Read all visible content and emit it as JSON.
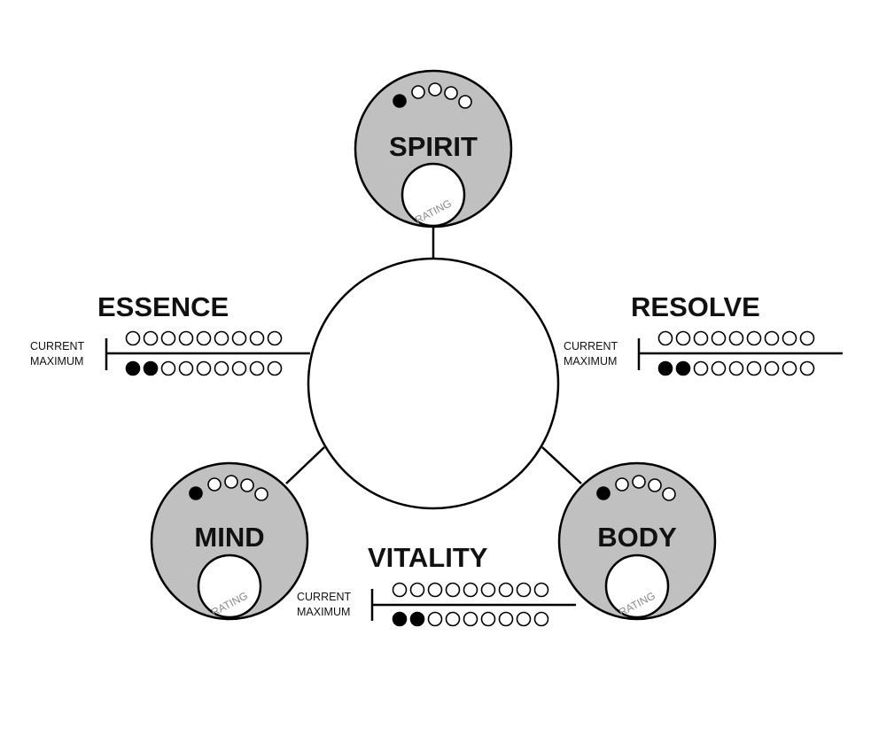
{
  "colors": {
    "node_fill": "#c0c0c0",
    "stroke": "#000000",
    "background": "#ffffff",
    "rating_text": "#8a8a8a"
  },
  "center": {
    "name": "",
    "value": ""
  },
  "rating_label": "RATING",
  "attributes": [
    {
      "key": "spirit",
      "name": "SPIRIT",
      "dots_total": 5,
      "dots_filled": 1
    },
    {
      "key": "mind",
      "name": "MIND",
      "dots_total": 5,
      "dots_filled": 1
    },
    {
      "key": "body",
      "name": "BODY",
      "dots_total": 5,
      "dots_filled": 1
    }
  ],
  "pools": [
    {
      "key": "essence",
      "name": "ESSENCE",
      "current_label": "CURRENT",
      "maximum_label": "MAXIMUM",
      "current_total": 9,
      "current_filled": 0,
      "maximum_total": 9,
      "maximum_filled": 2
    },
    {
      "key": "resolve",
      "name": "RESOLVE",
      "current_label": "CURRENT",
      "maximum_label": "MAXIMUM",
      "current_total": 9,
      "current_filled": 0,
      "maximum_total": 9,
      "maximum_filled": 2
    },
    {
      "key": "vitality",
      "name": "VITALITY",
      "current_label": "CURRENT",
      "maximum_label": "MAXIMUM",
      "current_total": 9,
      "current_filled": 0,
      "maximum_total": 9,
      "maximum_filled": 2
    }
  ]
}
